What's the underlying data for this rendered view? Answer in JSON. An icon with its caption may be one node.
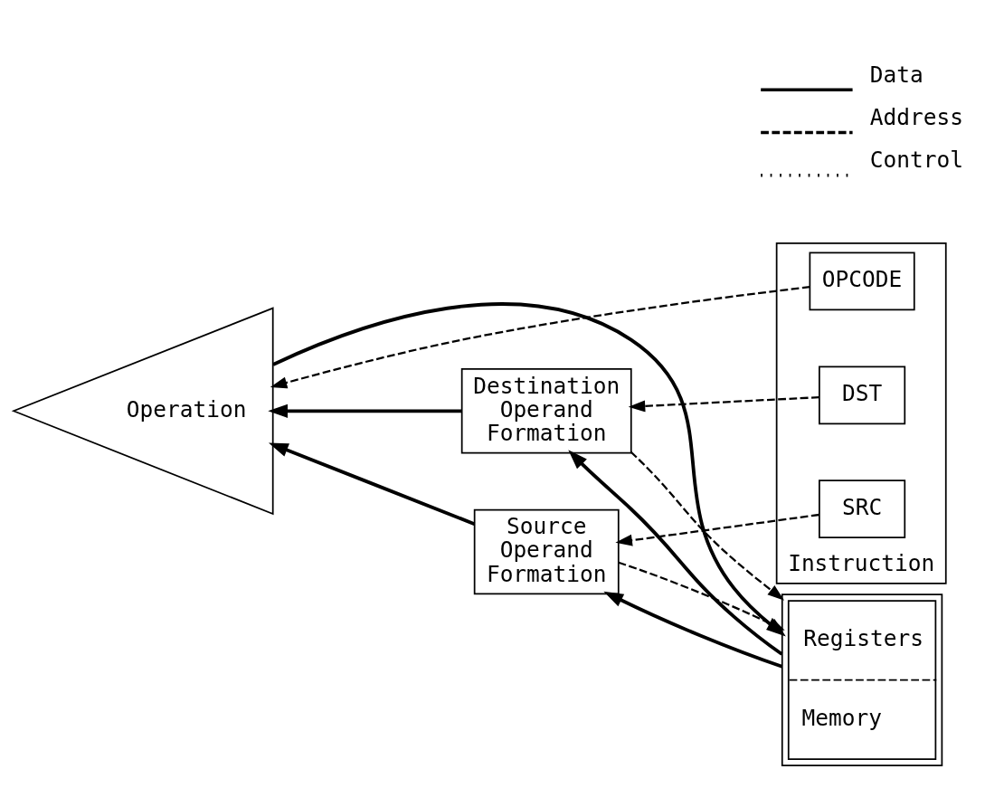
{
  "diagram": {
    "nodes": [
      {
        "text": [
          "Operation"
        ]
      },
      {
        "text": [
          "Destination Operand Formation"
        ]
      },
      {
        "text": [
          "Source Operand Formation"
        ]
      },
      {
        "text": [
          "Registers",
          "Memory"
        ]
      },
      {
        "text": [
          "Instruction"
        ]
      },
      {
        "text": [
          "OPCODE"
        ],
        "in": 4
      },
      {
        "text": [
          "SRC"
        ],
        "in": 4
      },
      {
        "text": [
          "DST"
        ],
        "in": 4
      }
    ],
    "edges": [
      {
        "from": 0,
        "to": 3,
        "arrow": "to"
      },
      {
        "from": 3,
        "to": 1,
        "arrow": "to"
      },
      {
        "from": 3,
        "to": 2,
        "arrow": "to"
      },
      {
        "from": 1,
        "to": 0,
        "arrow": "to"
      },
      {
        "from": 2,
        "to": 0,
        "arrow": "to"
      },
      {
        "from": 1,
        "to": 3,
        "arrow": "to",
        "style": "dashed"
      },
      {
        "from": 2,
        "to": 3,
        "arrow": "to",
        "style": "dashed"
      },
      {
        "from": 5,
        "to": 0,
        "arrow": "to",
        "style": "dashed"
      },
      {
        "from": 6,
        "to": 2,
        "arrow": "to",
        "style": "dashed"
      },
      {
        "from": 7,
        "to": 1,
        "arrow": "to",
        "style": "dashed"
      }
    ],
    "legend": [
      {
        "text": "Data"
      },
      {
        "text": "Address"
      },
      {
        "text": "Control"
      }
    ]
  }
}
